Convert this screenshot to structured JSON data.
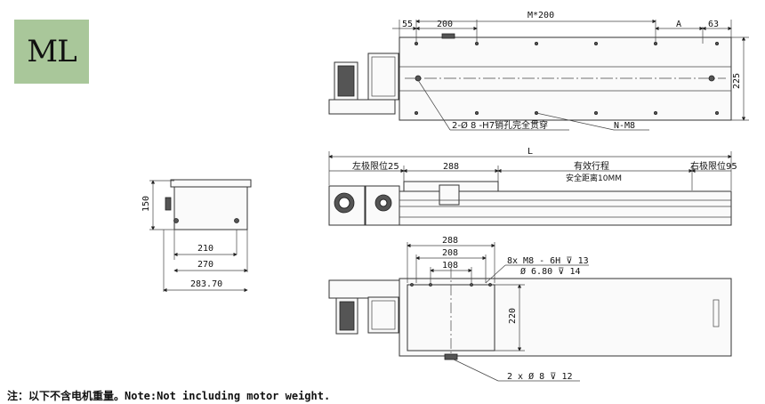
{
  "badge": "ML",
  "top_view": {
    "dim_55": "55",
    "dim_200": "200",
    "dim_m200": "M*200",
    "dim_a": "A",
    "dim_63": "63",
    "dim_225": "225",
    "note_pin": "2-Ø 8 -H7销孔完全贯穿",
    "note_thread": "N-M8"
  },
  "side_view": {
    "dim_L": "L",
    "left_limit": "左极限位25",
    "dim_288": "288",
    "stroke": "有效行程",
    "right_limit": "右极限位95",
    "safety": "安全距离10MM"
  },
  "end_view": {
    "dim_150": "150",
    "dim_210": "210",
    "dim_270": "270",
    "dim_28370": "283.70"
  },
  "bottom_view": {
    "dim_288": "288",
    "dim_208": "208",
    "dim_108": "108",
    "dim_220": "220",
    "note_holes": "8x  M8 - 6H ⊽ 13",
    "note_dia": "Ø 6.80 ⊽ 14",
    "note_pins": "2 x Ø 8 ⊽ 12"
  },
  "footnote": "注：以下不含电机重量。Note:Not including motor weight."
}
